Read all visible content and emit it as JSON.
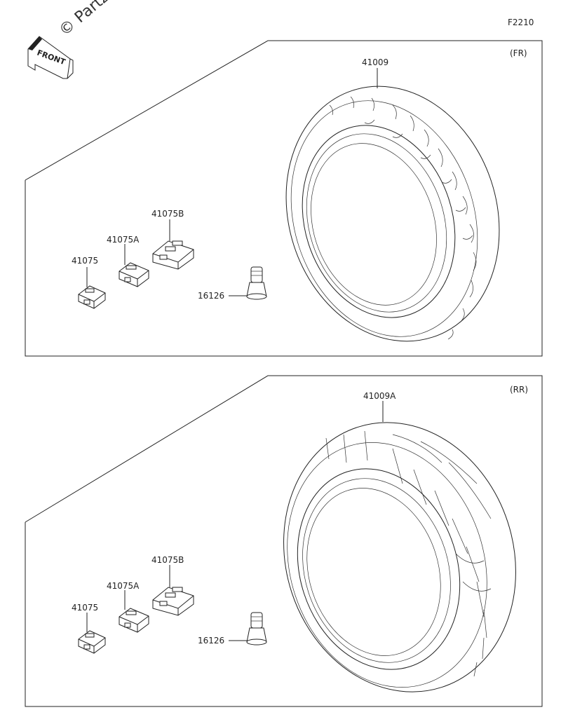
{
  "page": {
    "code": "F2210",
    "watermark": "© Partzilla"
  },
  "front_badge": {
    "label": "FRONT",
    "icon": "front-arrow-icon"
  },
  "panels": [
    {
      "id": "front",
      "tag": "(FR)",
      "tire_part": "41009",
      "parts": {
        "weight": "41075",
        "weight_a": "41075A",
        "weight_b": "41075B",
        "valve": "16126"
      }
    },
    {
      "id": "rear",
      "tag": "(RR)",
      "tire_part": "41009A",
      "parts": {
        "weight": "41075",
        "weight_a": "41075A",
        "weight_b": "41075B",
        "valve": "16126"
      }
    }
  ]
}
